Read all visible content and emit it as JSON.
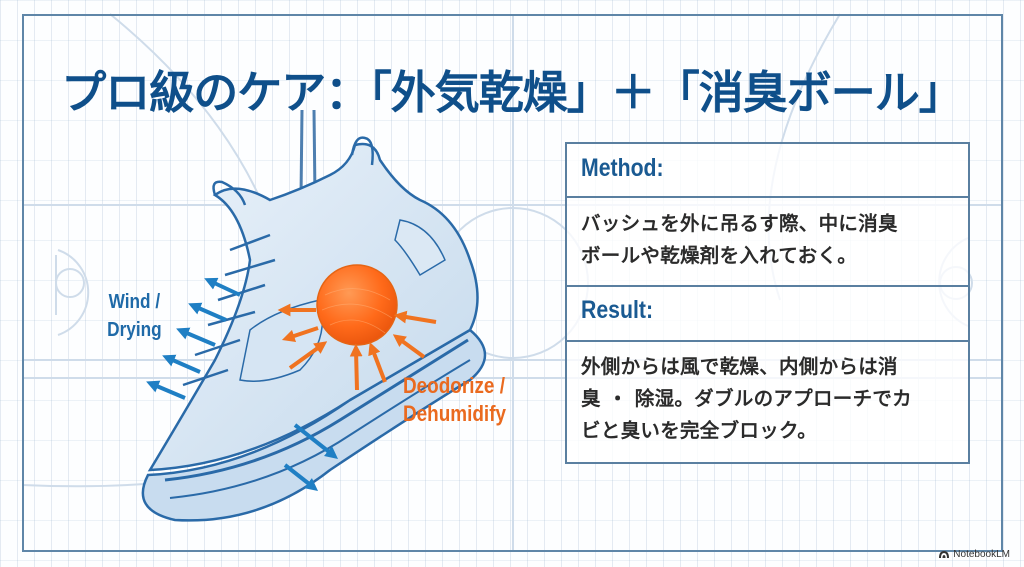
{
  "slide": {
    "title": "プロ級のケア：「外気乾燥」＋「消臭ボール」",
    "colors": {
      "title": "#0f4f8a",
      "accent_blue": "#1f7fc4",
      "accent_orange": "#ea6a1f",
      "frame": "#5f86a8",
      "body_text": "#2b2b2b"
    }
  },
  "illustration": {
    "subject": "hanging-basketball-shoe",
    "wind_label_line1": "Wind /",
    "wind_label_line2": "Drying",
    "deodorize_label_line1": "Deodorize /",
    "deodorize_label_line2": "Dehumidify",
    "ball": "deodorizing-ball"
  },
  "info_box": {
    "method_heading": "Method:",
    "method_line1": "バッシュを外に吊るす際、中に消臭",
    "method_line2": "ボールや乾燥剤を入れておく。",
    "result_heading": "Result:",
    "result_line1": "外側からは風で乾燥、内側からは消",
    "result_line2": "臭 ・ 除湿。ダブルのアプローチでカ",
    "result_line3": "ビと臭いを完全ブロック。"
  },
  "branding": {
    "label": "NotebookLM",
    "icon": "notebooklm-logo-icon"
  }
}
